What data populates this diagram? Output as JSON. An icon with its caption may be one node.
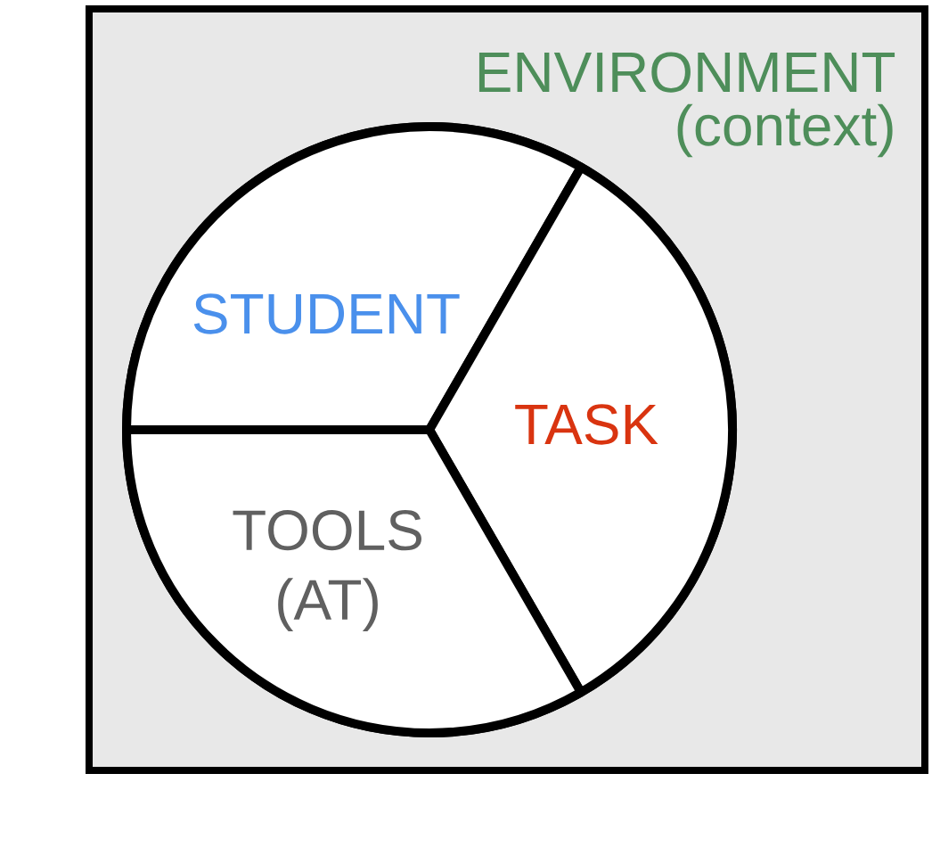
{
  "diagram": {
    "nodes": [
      {
        "text": [
          "ENVIRONMENT (context)"
        ]
      },
      {
        "text": [],
        "shape": "circle",
        "in": 0
      },
      {
        "text": [
          "STUDENT"
        ],
        "in": 1
      },
      {
        "text": [
          "TASK"
        ],
        "in": 1
      },
      {
        "text": [
          "TOOLS (AT)"
        ],
        "in": 1
      }
    ]
  }
}
